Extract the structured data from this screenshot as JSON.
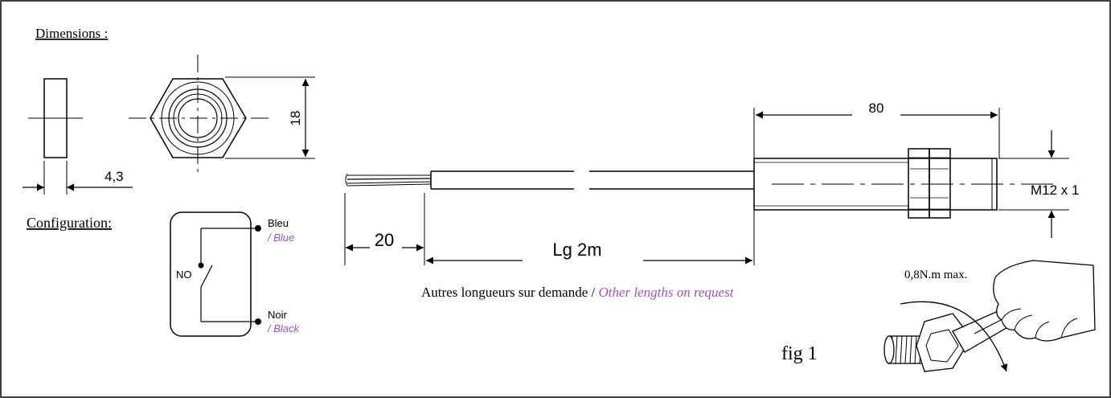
{
  "dimensions_label": "Dimensions :",
  "configuration_label": "Configuration:",
  "nut": {
    "thickness": "4,3",
    "height": "18"
  },
  "switch": {
    "no": "NO",
    "bleu": "Bleu",
    "blue": "/ Blue",
    "noir": "Noir",
    "black": "/ Black"
  },
  "sensor": {
    "strip": "20",
    "length": "Lg 2m",
    "body": "80",
    "thread": "M12 x 1",
    "other_fr": "Autres longueurs sur demande / ",
    "other_en": "Other lengths on request"
  },
  "torque": "0,8N.m max.",
  "figure": "fig 1",
  "colors": {
    "accent": "#9b4fc9",
    "line": "#000000"
  }
}
